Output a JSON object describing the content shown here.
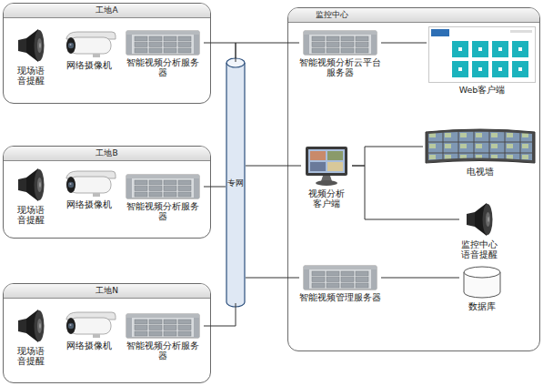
{
  "diagram": {
    "nodes": [
      {
        "text": [
          "工地A"
        ]
      },
      {
        "text": [
          "现场语音提醒"
        ],
        "in": 0
      },
      {
        "text": [
          "网络摄像机"
        ],
        "in": 0
      },
      {
        "text": [
          "智能视频分析服务器"
        ],
        "in": 0
      },
      {
        "text": [
          "工地B"
        ]
      },
      {
        "text": [
          "现场语音提醒"
        ],
        "in": 4
      },
      {
        "text": [
          "网络摄像机"
        ],
        "in": 4
      },
      {
        "text": [
          "智能视频分析服务器"
        ],
        "in": 4
      },
      {
        "text": [
          "工地N"
        ]
      },
      {
        "text": [
          "现场语音提醒"
        ],
        "in": 8
      },
      {
        "text": [
          "网络摄像机"
        ],
        "in": 8
      },
      {
        "text": [
          "智能视频分析服务器"
        ],
        "in": 8
      },
      {
        "text": [
          "专网"
        ]
      },
      {
        "text": [
          "监控中心"
        ]
      },
      {
        "text": [
          "智能视频分析云平台服务器"
        ],
        "in": 13
      },
      {
        "text": [
          "Web客户端"
        ],
        "in": 13
      },
      {
        "text": [
          "视频分析客户端"
        ],
        "in": 13
      },
      {
        "text": [
          "电视墙"
        ],
        "in": 13
      },
      {
        "text": [
          "监控中心语音提醒"
        ],
        "in": 13
      },
      {
        "text": [
          "智能视频管理服务器"
        ],
        "in": 13
      },
      {
        "text": [
          "数据库"
        ],
        "in": 13
      }
    ],
    "edges": [
      {
        "from": 3,
        "to": 12,
        "arrow": "none"
      },
      {
        "from": 7,
        "to": 12,
        "arrow": "none"
      },
      {
        "from": 11,
        "to": 12,
        "arrow": "none"
      },
      {
        "from": 12,
        "to": 14,
        "arrow": "none"
      },
      {
        "from": 12,
        "to": 16,
        "arrow": "none"
      },
      {
        "from": 12,
        "to": 19,
        "arrow": "none"
      },
      {
        "from": 14,
        "to": 15,
        "arrow": "none"
      },
      {
        "from": 16,
        "to": 17,
        "arrow": "none"
      },
      {
        "from": 16,
        "to": 18,
        "arrow": "none"
      },
      {
        "from": 19,
        "to": 20,
        "arrow": "none"
      }
    ]
  }
}
